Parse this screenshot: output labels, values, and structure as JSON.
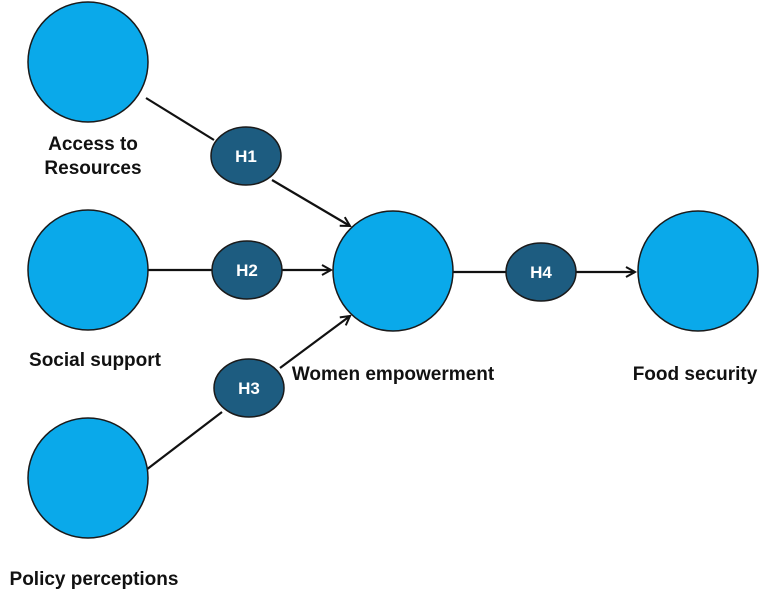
{
  "colors": {
    "construct_fill": "#0aa9ea",
    "construct_stroke": "#1a1a1a",
    "hypothesis_fill": "#1d5c80",
    "hypothesis_text": "#ffffff",
    "line": "#111111",
    "text": "#111111"
  },
  "constructs": {
    "access": {
      "label_line1": "Access to",
      "label_line2": "Resources"
    },
    "social": {
      "label": "Social support"
    },
    "policy": {
      "label": "Policy perceptions"
    },
    "women": {
      "label": "Women empowerment"
    },
    "food": {
      "label": "Food security"
    }
  },
  "hypotheses": {
    "h1": "H1",
    "h2": "H2",
    "h3": "H3",
    "h4": "H4"
  }
}
